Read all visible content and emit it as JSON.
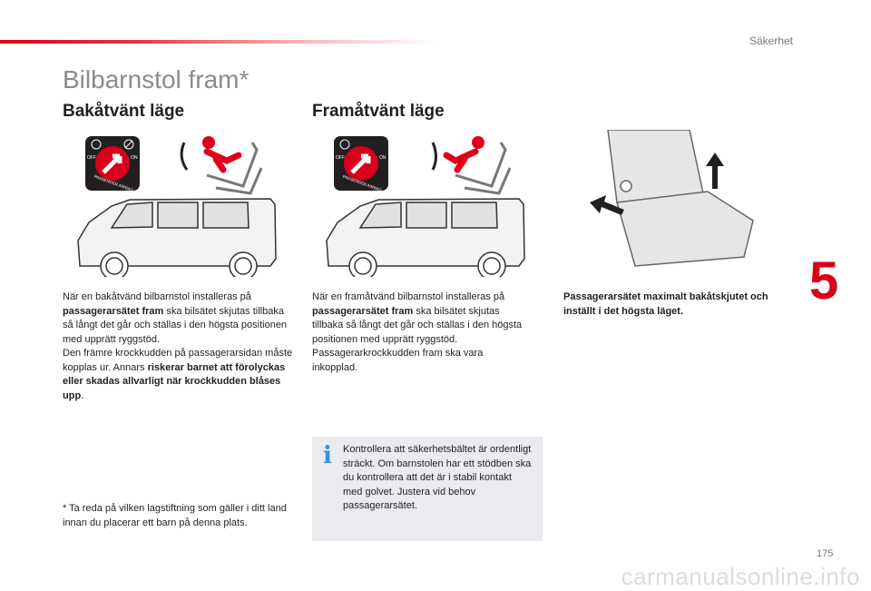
{
  "header": {
    "section": "Säkerhet",
    "title": "Bilbarnstol fram*"
  },
  "chapter_number": "5",
  "left": {
    "heading": "Bakåtvänt läge",
    "para": [
      {
        "t": "När en bakåtvänd bilbarnstol installeras på ",
        "b": false
      },
      {
        "t": "passagerarsätet fram",
        "b": true
      },
      {
        "t": " ska bilsätet skjutas tillbaka så långt det går och ställas i den högsta positionen med upprätt ryggstöd.",
        "b": false
      },
      {
        "br": true
      },
      {
        "t": "Den främre krockkudden på passagerarsidan måste kopplas ur. Annars ",
        "b": false
      },
      {
        "t": "riskerar barnet att förolyckas eller skadas allvarligt när krockkudden blåses upp",
        "b": true
      },
      {
        "t": ".",
        "b": false
      }
    ],
    "footnote": "* Ta reda på vilken lagstiftning som gäller i ditt land innan du placerar ett barn på denna plats.",
    "airbag_labels": {
      "off": "OFF",
      "on": "ON",
      "passenger": "PASSENGER AIRBAG"
    }
  },
  "middle": {
    "heading": "Framåtvänt läge",
    "para": [
      {
        "t": "När en framåtvänd bilbarnstol installeras på ",
        "b": false
      },
      {
        "t": "passagerarsätet fram",
        "b": true
      },
      {
        "t": " ska bilsätet skjutas tillbaka så långt det går och ställas i den högsta positionen med upprätt ryggstöd. Passagerarkrockkudden fram ska vara inkopplad.",
        "b": false
      }
    ],
    "airbag_labels": {
      "off": "OFF",
      "on": "ON",
      "passenger": "PASSENGER AIRBAG"
    }
  },
  "right": {
    "caption": "Passagerarsätet maximalt bakåtskjutet och inställt i det högsta läget."
  },
  "info": {
    "icon": "info-icon",
    "text": "Kontrollera att säkerhetsbältet är ordentligt sträckt. Om barnstolen har ett stödben ska du kontrollera att det är i stabil kontakt med golvet. Justera vid behov passagerarsätet."
  },
  "page_number": "175",
  "watermark": "carmanualsonline.info",
  "colors": {
    "accent_red": "#d9001b",
    "info_blue": "#3a8fd8",
    "info_bg": "#e9ebee",
    "child_red": "#e1001a"
  }
}
